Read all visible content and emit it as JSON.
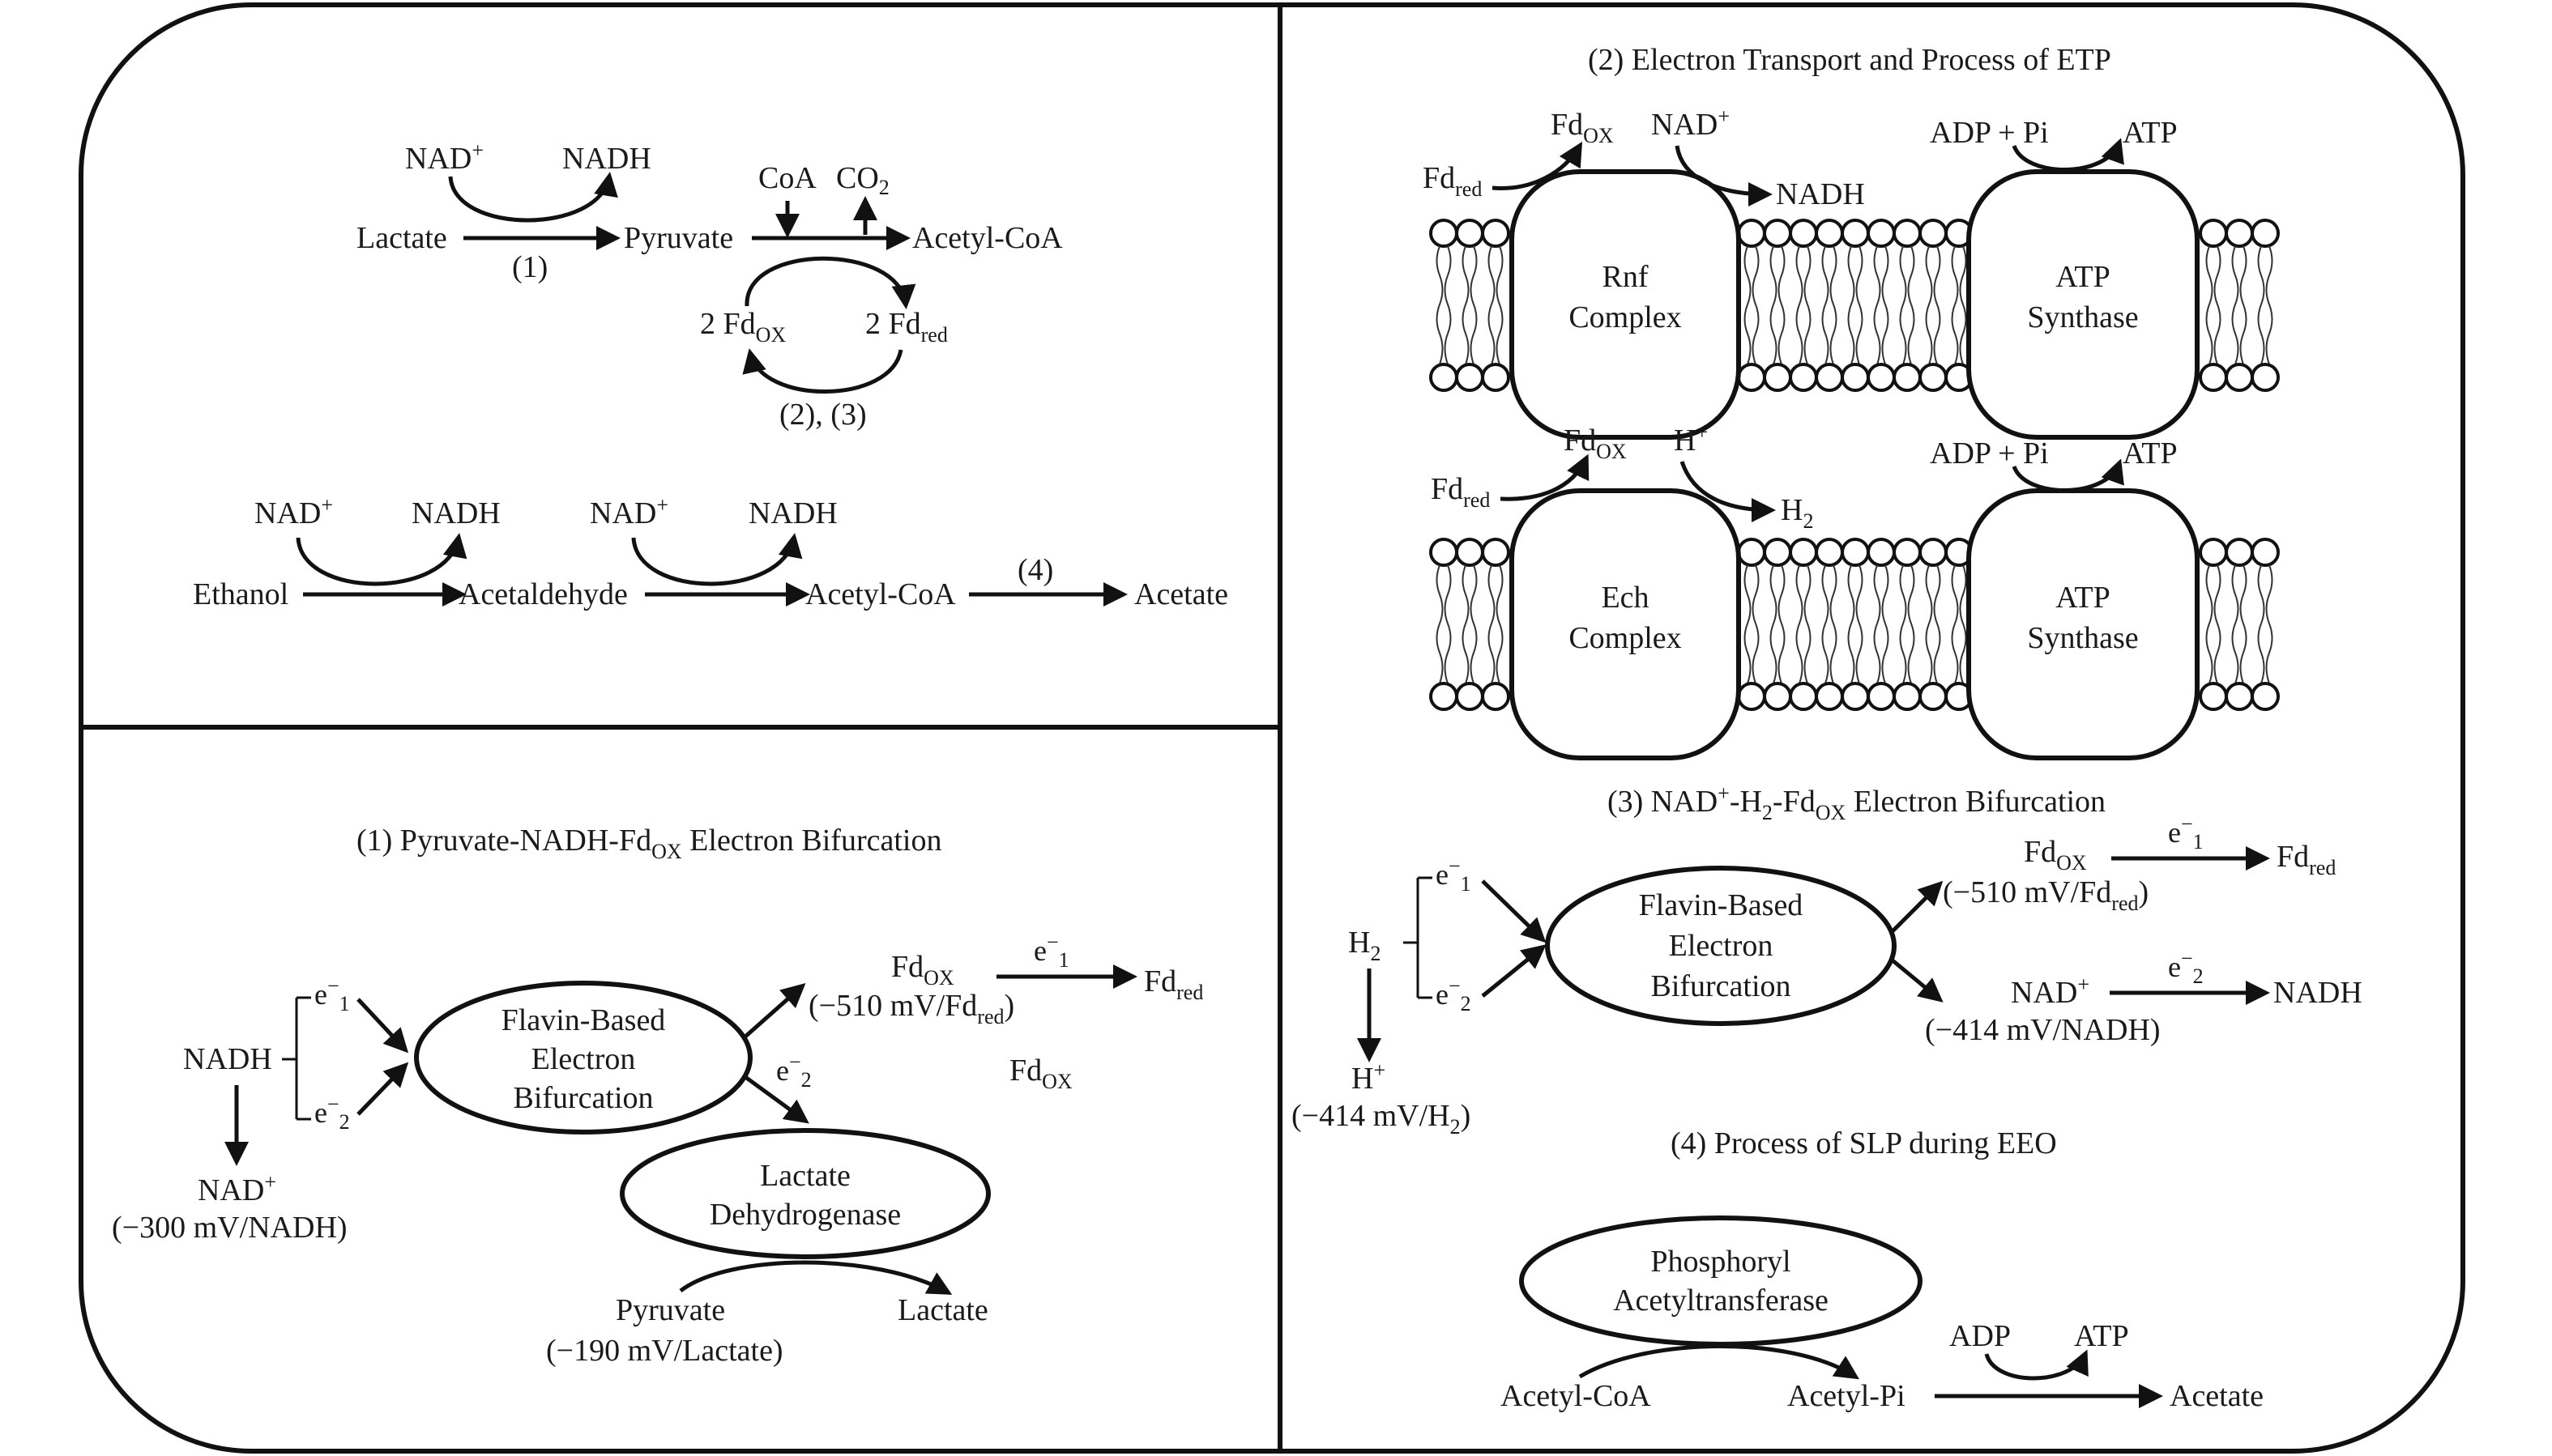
{
  "panel_tl": {
    "nad_plus": "NAD",
    "sup_plus": "+",
    "nadh": "NADH",
    "lactate": "Lactate",
    "pyruvate": "Pyruvate",
    "step1": "(1)",
    "coa": "CoA",
    "co": "CO",
    "co_sub": "2",
    "acetyl_coa": "Acetyl-CoA",
    "two_fd": "2 Fd",
    "ox": "OX",
    "red": "red",
    "step23": "(2), (3)",
    "ethanol": "Ethanol",
    "acetaldehyde": "Acetaldehyde",
    "acetate": "Acetate",
    "step4": "(4)"
  },
  "panel_tr": {
    "title": "(2) Electron Transport and Process of ETP",
    "fd": "Fd",
    "ox": "OX",
    "red": "red",
    "nad": "NAD",
    "plus": "+",
    "nadh": "NADH",
    "rnf_line1": "Rnf",
    "rnf_line2": "Complex",
    "atp_line1": "ATP",
    "atp_line2": "Synthase",
    "adp_pi": "ADP + Pi",
    "atp": "ATP",
    "h": "H",
    "h2": "H",
    "h2_sub": "2",
    "ech_line1": "Ech",
    "ech_line2": "Complex"
  },
  "panel_bl": {
    "title_a": "(1) Pyruvate-NADH-Fd",
    "title_ox": "OX",
    "title_b": " Electron Bifurcation",
    "nadh": "NADH",
    "e": "e",
    "minus": "−",
    "one": "1",
    "two": "2",
    "fbeb_l1": "Flavin-Based",
    "fbeb_l2": "Electron",
    "fbeb_l3": "Bifurcation",
    "fd": "Fd",
    "ox": "OX",
    "red": "red",
    "pot510_a": "(−510 mV/Fd",
    "pot510_b": ")",
    "nad": "NAD",
    "plus": "+",
    "pot300": "(−300 mV/NADH)",
    "ldh_l1": "Lactate",
    "ldh_l2": "Dehydrogenase",
    "pyruvate": "Pyruvate",
    "lactate": "Lactate",
    "pot190": "(−190 mV/Lactate)"
  },
  "panel_br": {
    "title3_a": "(3) NAD",
    "title3_plus": "+",
    "title3_b": "-H",
    "title3_sub2": "2",
    "title3_c": "-Fd",
    "title3_ox": "OX",
    "title3_d": " Electron Bifurcation",
    "h": "H",
    "h_sub": "2",
    "plus": "+",
    "pot414h_a": "(−414 mV/H",
    "pot414h_b": ")",
    "e": "e",
    "minus": "−",
    "one": "1",
    "two": "2",
    "fbeb_l1": "Flavin-Based",
    "fbeb_l2": "Electron",
    "fbeb_l3": "Bifurcation",
    "fd": "Fd",
    "ox": "OX",
    "red": "red",
    "pot510_a": "(−510 mV/Fd",
    "pot510_b": ")",
    "nad": "NAD",
    "nadh": "NADH",
    "pot414n": "(−414 mV/NADH)",
    "title4": "(4) Process of SLP during EEO",
    "pta_l1": "Phosphoryl",
    "pta_l2": "Acetyltransferase",
    "acetyl_coa": "Acetyl-CoA",
    "acetyl_pi": "Acetyl-Pi",
    "adp": "ADP",
    "atp": "ATP",
    "acetate": "Acetate"
  }
}
